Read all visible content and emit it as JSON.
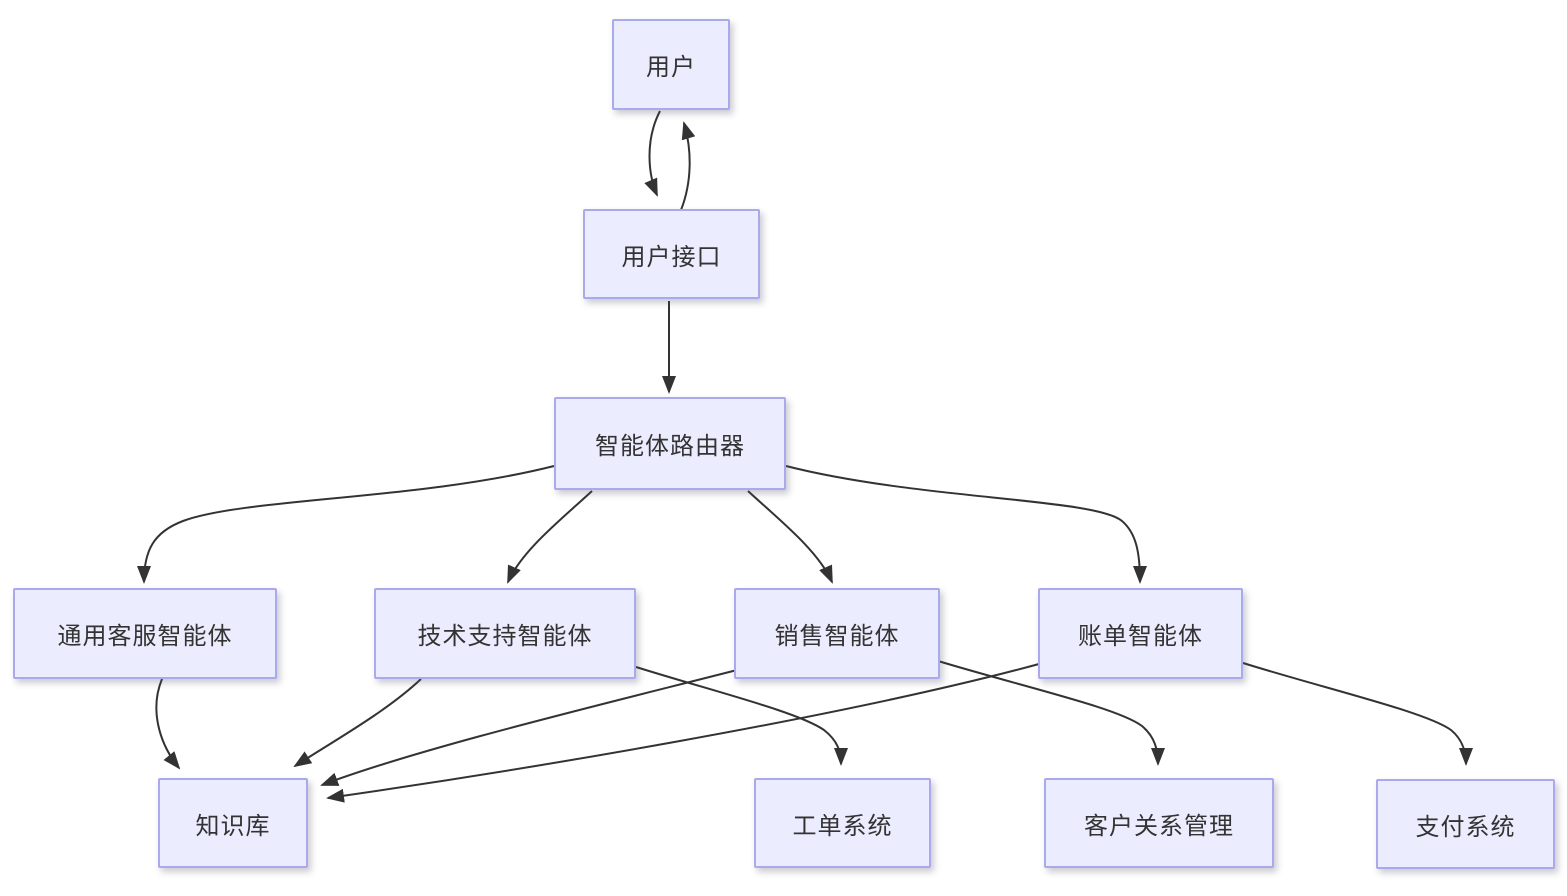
{
  "diagram": {
    "type": "flowchart",
    "background_color": "#ffffff",
    "node_fill_color": "#ECECFF",
    "node_border_color": "#a9a9ec",
    "text_color": "#333333",
    "edge_color": "#333333",
    "nodes": {
      "user": {
        "label": "用户"
      },
      "ui": {
        "label": "用户接口"
      },
      "router": {
        "label": "智能体路由器"
      },
      "general_agent": {
        "label": "通用客服智能体"
      },
      "tech_agent": {
        "label": "技术支持智能体"
      },
      "sales_agent": {
        "label": "销售智能体"
      },
      "billing_agent": {
        "label": "账单智能体"
      },
      "knowledge_base": {
        "label": "知识库"
      },
      "ticket_system": {
        "label": "工单系统"
      },
      "crm": {
        "label": "客户关系管理"
      },
      "payment_system": {
        "label": "支付系统"
      }
    },
    "edges": [
      {
        "from": "用户",
        "to": "用户接口",
        "style": "curved-arrow"
      },
      {
        "from": "用户接口",
        "to": "用户",
        "style": "curved-arrow"
      },
      {
        "from": "用户接口",
        "to": "智能体路由器",
        "style": "straight-arrow"
      },
      {
        "from": "智能体路由器",
        "to": "通用客服智能体",
        "style": "curved-arrow"
      },
      {
        "from": "智能体路由器",
        "to": "技术支持智能体",
        "style": "curved-arrow"
      },
      {
        "from": "智能体路由器",
        "to": "销售智能体",
        "style": "curved-arrow"
      },
      {
        "from": "智能体路由器",
        "to": "账单智能体",
        "style": "curved-arrow"
      },
      {
        "from": "通用客服智能体",
        "to": "知识库",
        "style": "curved-arrow"
      },
      {
        "from": "技术支持智能体",
        "to": "知识库",
        "style": "curved-arrow"
      },
      {
        "from": "技术支持智能体",
        "to": "工单系统",
        "style": "curved-arrow"
      },
      {
        "from": "销售智能体",
        "to": "知识库",
        "style": "curved-arrow"
      },
      {
        "from": "销售智能体",
        "to": "客户关系管理",
        "style": "curved-arrow"
      },
      {
        "from": "账单智能体",
        "to": "知识库",
        "style": "curved-arrow"
      },
      {
        "from": "账单智能体",
        "to": "支付系统",
        "style": "curved-arrow"
      }
    ]
  }
}
